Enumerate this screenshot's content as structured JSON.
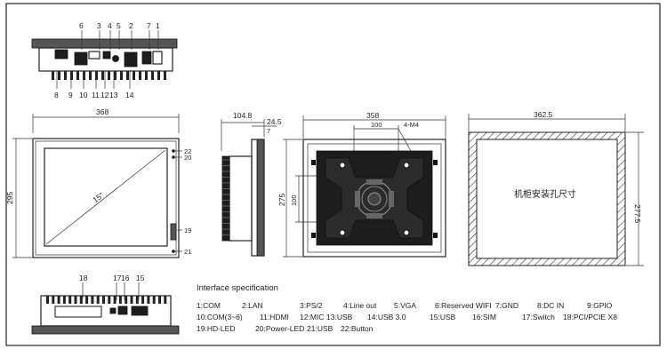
{
  "top_view": {
    "callouts_top": [
      "6",
      "3",
      "4",
      "5",
      "2",
      "7",
      "1"
    ],
    "callouts_bottom": [
      "8",
      "9",
      "10",
      "11",
      "12",
      "13",
      "14"
    ]
  },
  "front_view": {
    "width_dim": "368",
    "height_dim": "295",
    "diagonal": "15\"",
    "side_callouts_top": [
      "22",
      "20"
    ],
    "side_callouts_bottom": [
      "19",
      "21"
    ]
  },
  "side_view": {
    "depth_dim": "104.8",
    "panel_dim": "24.5",
    "small_dim": "7"
  },
  "rear_view": {
    "width_dim": "358",
    "inner_dim": "100",
    "vesa_label": "4-M4",
    "height_dim": "275",
    "vesa_v": "100"
  },
  "cutout_view": {
    "width_dim": "362.5",
    "height_dim": "277.5",
    "label": "机柜安装孔尺寸"
  },
  "bottom_view": {
    "callouts": [
      "18",
      "17",
      "16",
      "15"
    ]
  },
  "spec": {
    "title": "Interface specification",
    "row1": [
      "1:COM",
      "2:LAN",
      "3:PS/2",
      "4:Line out",
      "5:VGA",
      "6:Reserved WIFI",
      "7:GND",
      "8:DC IN",
      "9:GPIO"
    ],
    "row2": [
      "10:COM(3~6)",
      "11:HDMI",
      "12:MIC",
      "13:USB",
      "14:USB 3.0",
      "15:USB",
      "16:SIM",
      "17:Switch",
      "18:PCI/PCIE X8"
    ],
    "row3": [
      "19:HD-LED",
      "20:Power-LED",
      "21:USB",
      "22:Button"
    ]
  }
}
